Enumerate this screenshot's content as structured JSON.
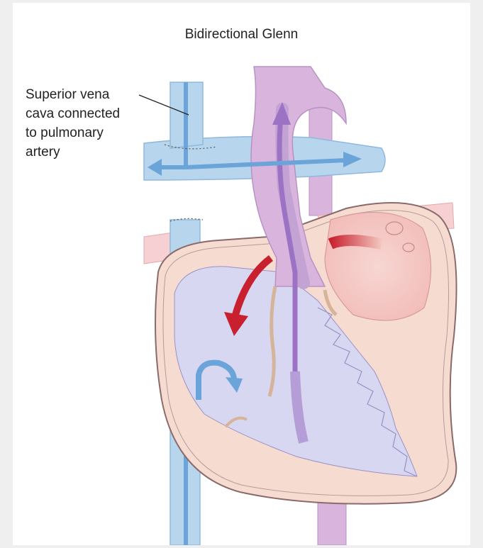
{
  "title": "Bidirectional Glenn",
  "callout": {
    "lines": [
      "Superior vena",
      "cava connected",
      "to pulmonary",
      "artery"
    ]
  },
  "colors": {
    "background": "#efefef",
    "panel": "#ffffff",
    "venous_blue": "#b7d6ee",
    "flow_blue": "#6aa4d8",
    "aorta_purple": "#d9b4dc",
    "flow_purple": "#9b72c4",
    "heart_tissue": "#f6dcd0",
    "oxygenated_red": "#c8202f"
  }
}
